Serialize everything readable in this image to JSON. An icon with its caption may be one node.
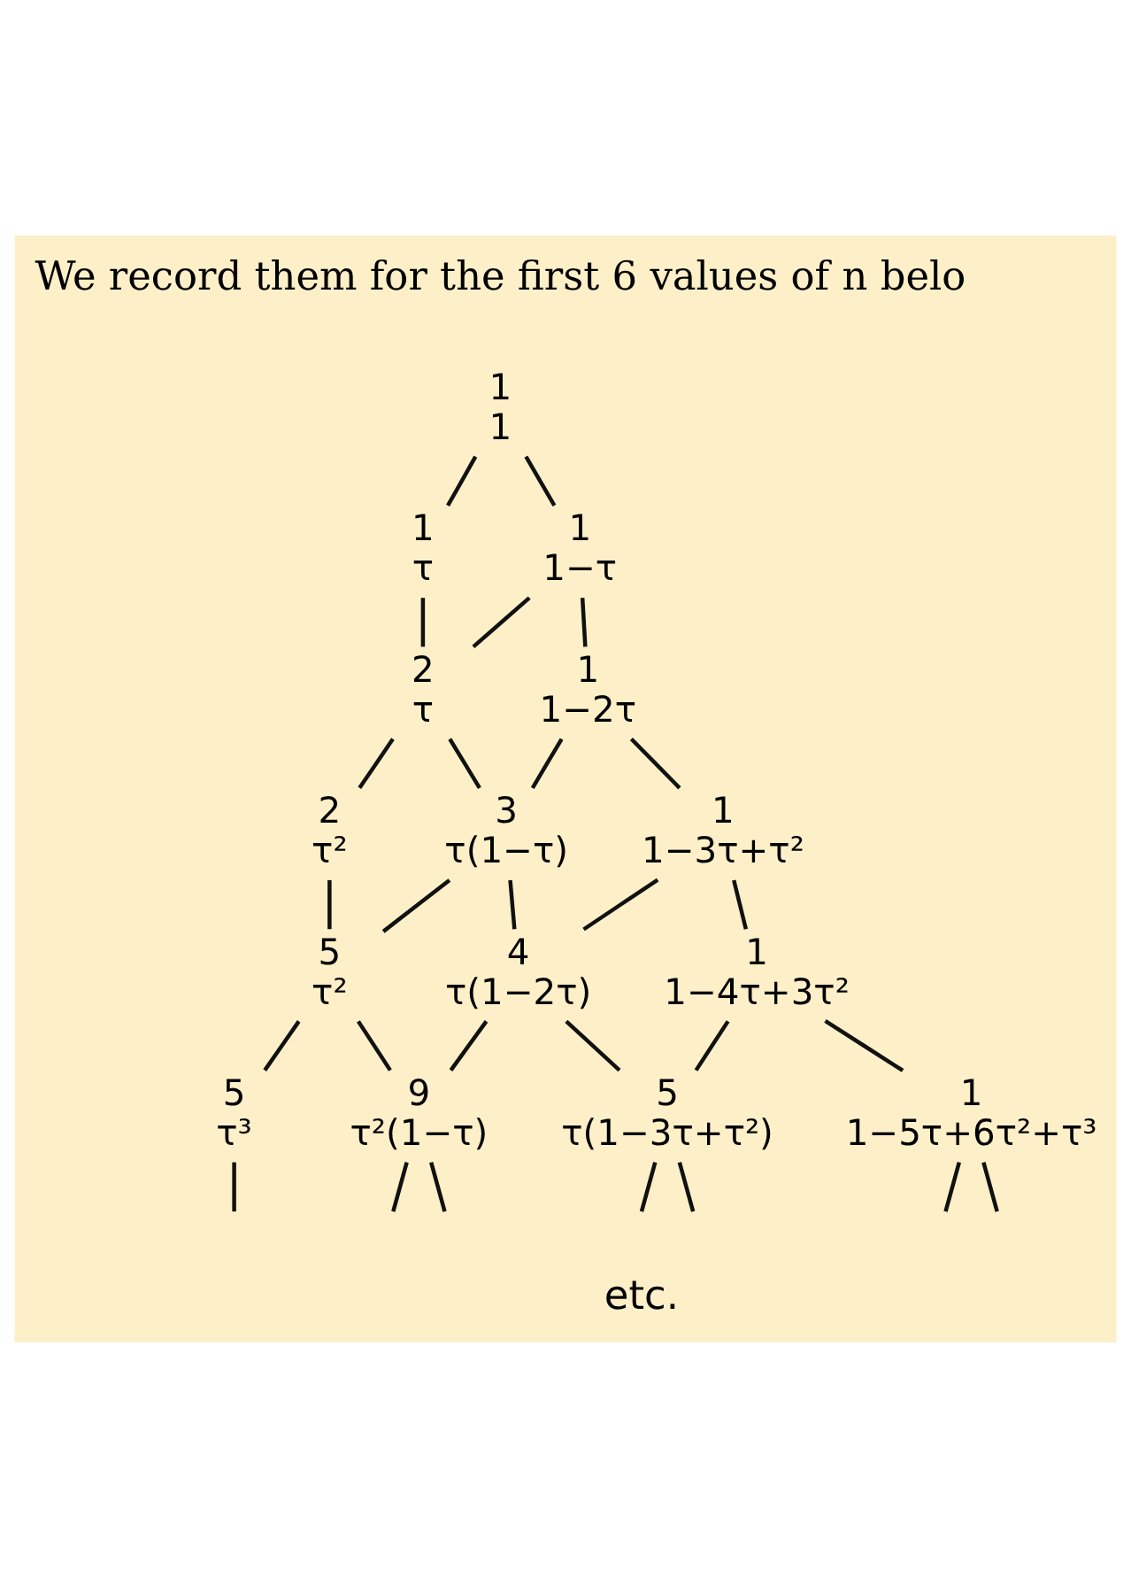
{
  "diagram": {
    "nodes": [
      {
        "text": [
          "1",
          "1"
        ]
      },
      {
        "text": [
          "1",
          "τ"
        ]
      },
      {
        "text": [
          "1",
          "1−τ"
        ]
      },
      {
        "text": [
          "2",
          "τ"
        ]
      },
      {
        "text": [
          "1",
          "1−2τ"
        ]
      },
      {
        "text": [
          "2",
          "τ²"
        ]
      },
      {
        "text": [
          "3",
          "τ(1−τ)"
        ]
      },
      {
        "text": [
          "1",
          "1−3τ+τ²"
        ]
      },
      {
        "text": [
          "5",
          "τ²"
        ]
      },
      {
        "text": [
          "4",
          "τ(1−2τ)"
        ]
      },
      {
        "text": [
          "1",
          "1−4τ+3τ²"
        ]
      },
      {
        "text": [
          "5",
          "τ³"
        ]
      },
      {
        "text": [
          "9",
          "τ²(1−τ)"
        ]
      },
      {
        "text": [
          "5",
          "τ(1−3τ+τ²)"
        ]
      },
      {
        "text": [
          "1",
          "1−5τ+6τ²+τ³"
        ]
      }
    ],
    "edges": [
      {
        "from": 0,
        "to": 1,
        "arrow": "none"
      },
      {
        "from": 0,
        "to": 2,
        "arrow": "none"
      },
      {
        "from": 1,
        "to": 3,
        "arrow": "none"
      },
      {
        "from": 2,
        "to": 3,
        "arrow": "none"
      },
      {
        "from": 2,
        "to": 4,
        "arrow": "none"
      },
      {
        "from": 3,
        "to": 5,
        "arrow": "none"
      },
      {
        "from": 3,
        "to": 6,
        "arrow": "none"
      },
      {
        "from": 4,
        "to": 6,
        "arrow": "none"
      },
      {
        "from": 4,
        "to": 7,
        "arrow": "none"
      },
      {
        "from": 5,
        "to": 8,
        "arrow": "none"
      },
      {
        "from": 6,
        "to": 8,
        "arrow": "none"
      },
      {
        "from": 6,
        "to": 9,
        "arrow": "none"
      },
      {
        "from": 7,
        "to": 9,
        "arrow": "none"
      },
      {
        "from": 7,
        "to": 10,
        "arrow": "none"
      },
      {
        "from": 8,
        "to": 11,
        "arrow": "none"
      },
      {
        "from": 8,
        "to": 12,
        "arrow": "none"
      },
      {
        "from": 9,
        "to": 12,
        "arrow": "none"
      },
      {
        "from": 9,
        "to": 13,
        "arrow": "none"
      },
      {
        "from": 10,
        "to": 13,
        "arrow": "none"
      },
      {
        "from": 10,
        "to": 14,
        "arrow": "none"
      },
      {
        "from": 11,
        "to": null,
        "arrow": "none"
      },
      {
        "from": 12,
        "to": null,
        "arrow": "none"
      },
      {
        "from": 12,
        "to": null,
        "arrow": "none"
      },
      {
        "from": 13,
        "to": null,
        "arrow": "none"
      },
      {
        "from": 13,
        "to": null,
        "arrow": "none"
      },
      {
        "from": 14,
        "to": null,
        "arrow": "none"
      },
      {
        "from": 14,
        "to": null,
        "arrow": "none"
      }
    ],
    "labels": [
      "We record them for the first 6 values of n belo",
      "etc."
    ]
  }
}
